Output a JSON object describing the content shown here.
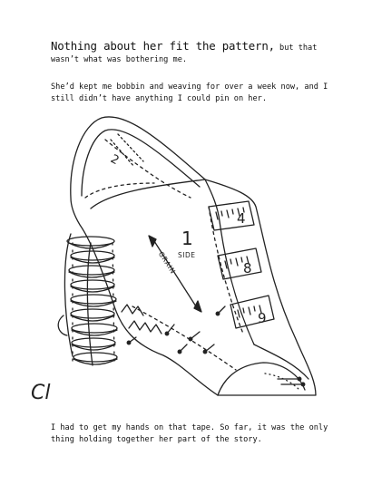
{
  "story": {
    "paragraph1_lead": "Nothing about her fit the pattern,",
    "paragraph1_rest": " but that wasn’t what was bothering me.",
    "paragraph2": "She’d kept me bobbin and weaving for over a week now, and I still didn’t have anything I could pin on her.",
    "paragraph3": "I had to get my hands on that tape. So far, it was the only thing holding together her part of the story."
  },
  "illustration": {
    "pattern_number": "1",
    "pattern_side": "SIDE",
    "grain_label": "GRAIN",
    "heel_pattern_number": "2",
    "tape_numbers": [
      "4",
      "8",
      "9"
    ],
    "signature_initials": "Cl"
  }
}
